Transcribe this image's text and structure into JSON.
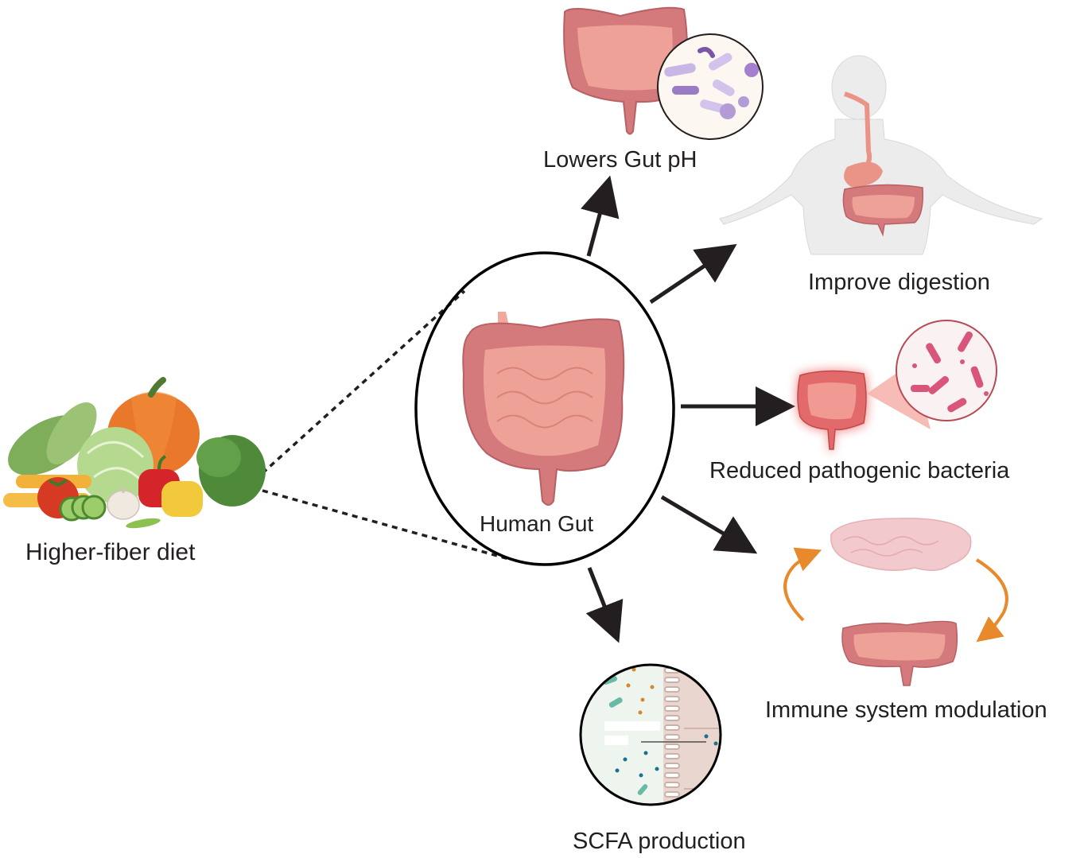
{
  "figure": {
    "source": {
      "label": "Higher-fiber diet",
      "icon": "vegetables-icon"
    },
    "center": {
      "label": "Human Gut",
      "icon": "intestine-icon"
    },
    "outcomes": [
      {
        "id": "lowers-gut-ph",
        "label": "Lowers Gut pH",
        "icon": "intestine-with-bacteria-icon"
      },
      {
        "id": "improve-digestion",
        "label": "Improve digestion",
        "icon": "human-digestive-system-icon"
      },
      {
        "id": "reduced-pathogenic-bacteria",
        "label": "Reduced pathogenic bacteria",
        "icon": "inflamed-intestine-pathogen-icon"
      },
      {
        "id": "immune-system-modulation",
        "label": "Immune system modulation",
        "icon": "gut-brain-axis-icon"
      },
      {
        "id": "scfa-production",
        "label": "SCFA production",
        "icon": "intestinal-epithelium-icon"
      }
    ],
    "colors": {
      "text": "#231f20",
      "arrow": "#231f20",
      "gut_outer": "#d4797c",
      "gut_inner": "#eea197",
      "gut_stroke": "#b86064",
      "purple_bacteria": "#9b7cc4",
      "pink_bacteria": "#d9567a",
      "axis_arrow": "#e8892b",
      "pumpkin": "#e9782a",
      "cabbage": "#b5d98e",
      "leaf": "#4f8a3a",
      "pepper_red": "#d4262a",
      "pepper_yellow": "#f1c93a",
      "body_silhouette": "#ececec",
      "brain": "#f2c9cc"
    }
  }
}
